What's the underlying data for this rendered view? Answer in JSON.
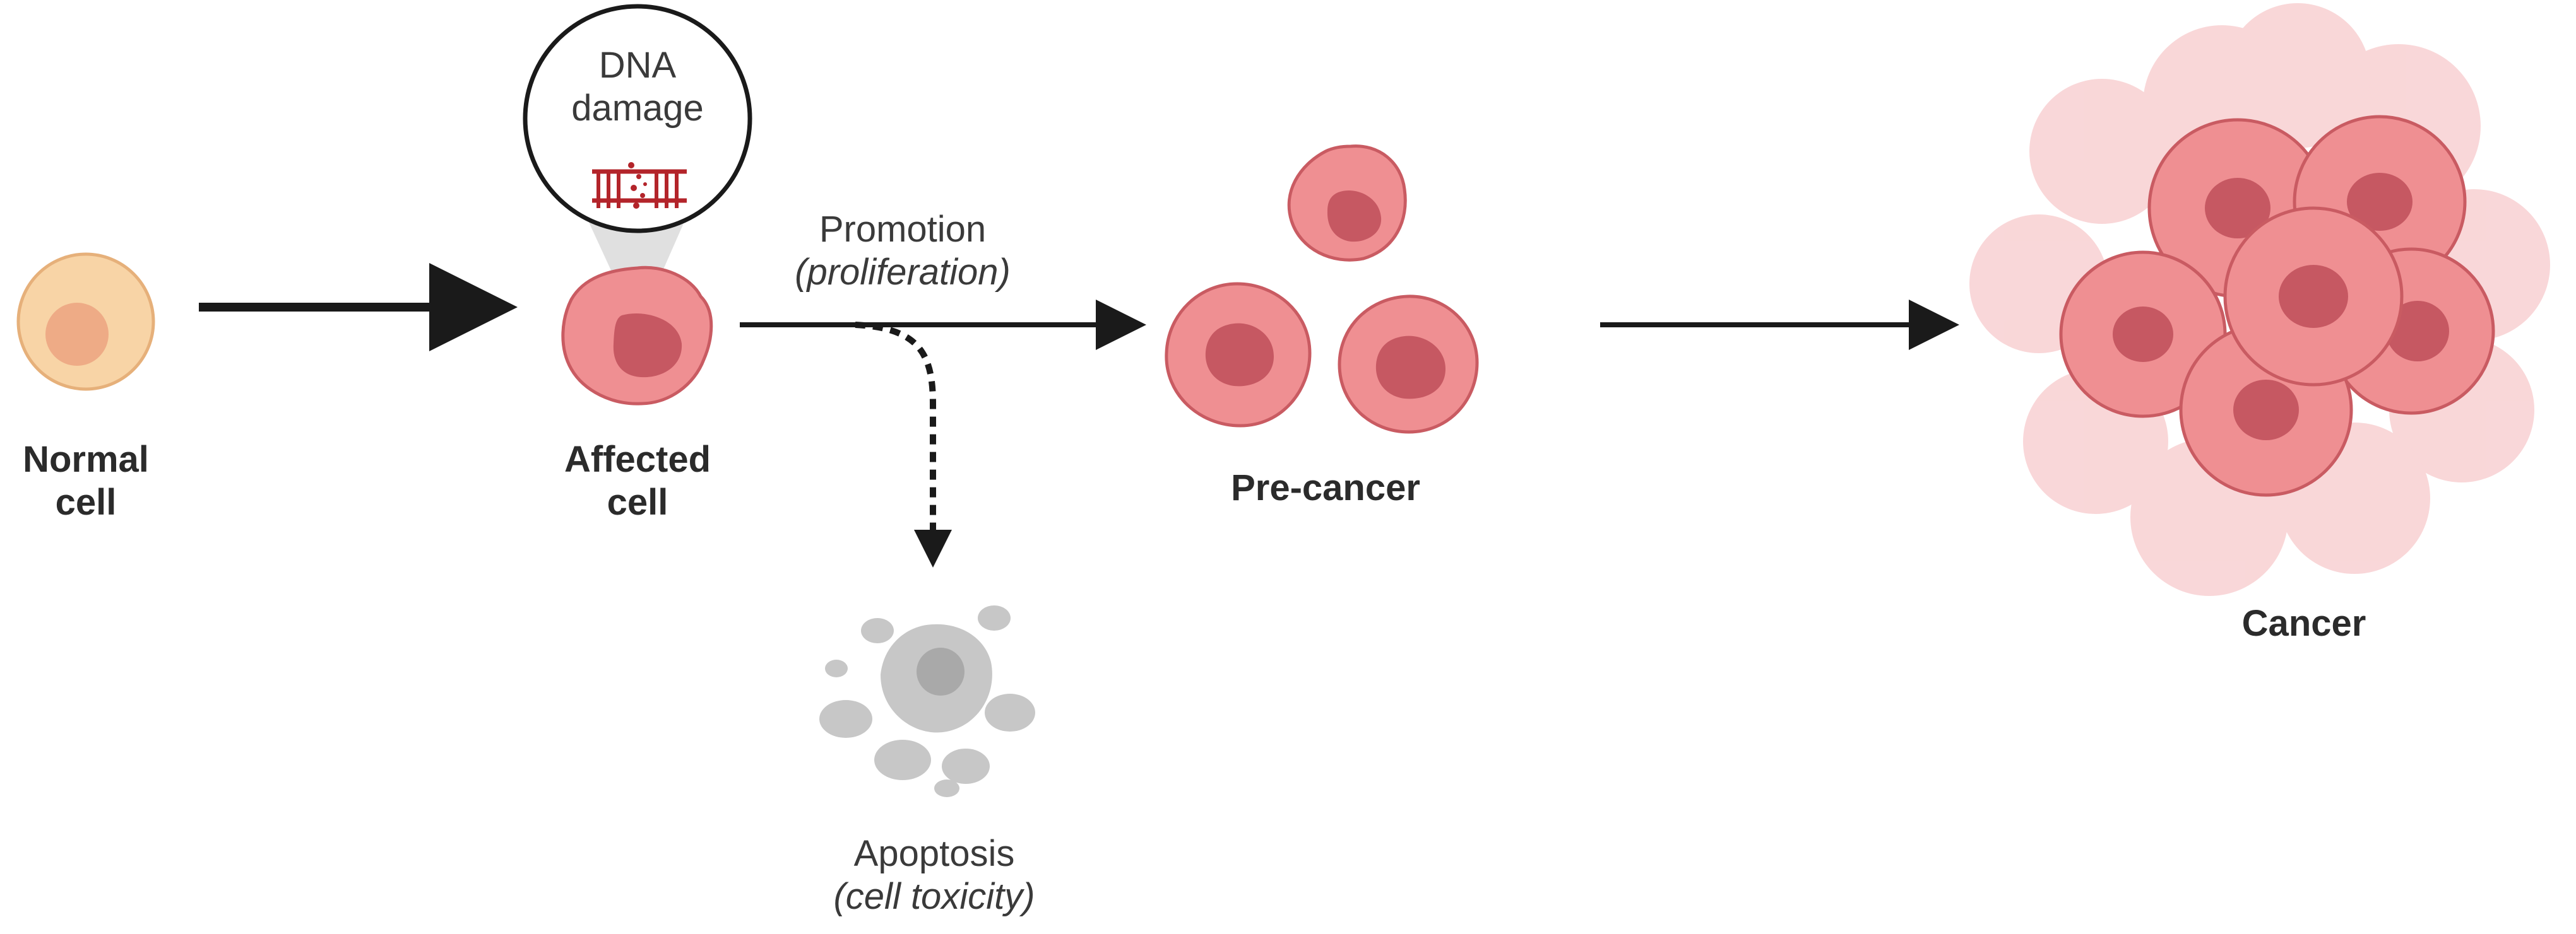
{
  "stages": {
    "normal": {
      "line1": "Normal",
      "line2": "cell"
    },
    "affected": {
      "line1": "Affected",
      "line2": "cell"
    },
    "precancer": {
      "label": "Pre-cancer"
    },
    "cancer": {
      "label": "Cancer"
    }
  },
  "callout": {
    "line1": "DNA",
    "line2": "damage"
  },
  "promotion": {
    "title": "Promotion",
    "subtitle": "(proliferation)"
  },
  "apoptosis": {
    "title": "Apoptosis",
    "subtitle": "(cell toxicity)"
  },
  "colors": {
    "normal_cell_fill": "#f8d4a6",
    "normal_nucleus": "#eeab86",
    "cancer_cell_fill": "#ef8f92",
    "cancer_cell_stroke": "#c95b62",
    "cancer_nucleus": "#c65862",
    "dna_red": "#b3242a",
    "apoptosis_gray": "#c7c7c7",
    "arrow": "#1a1a1a"
  }
}
